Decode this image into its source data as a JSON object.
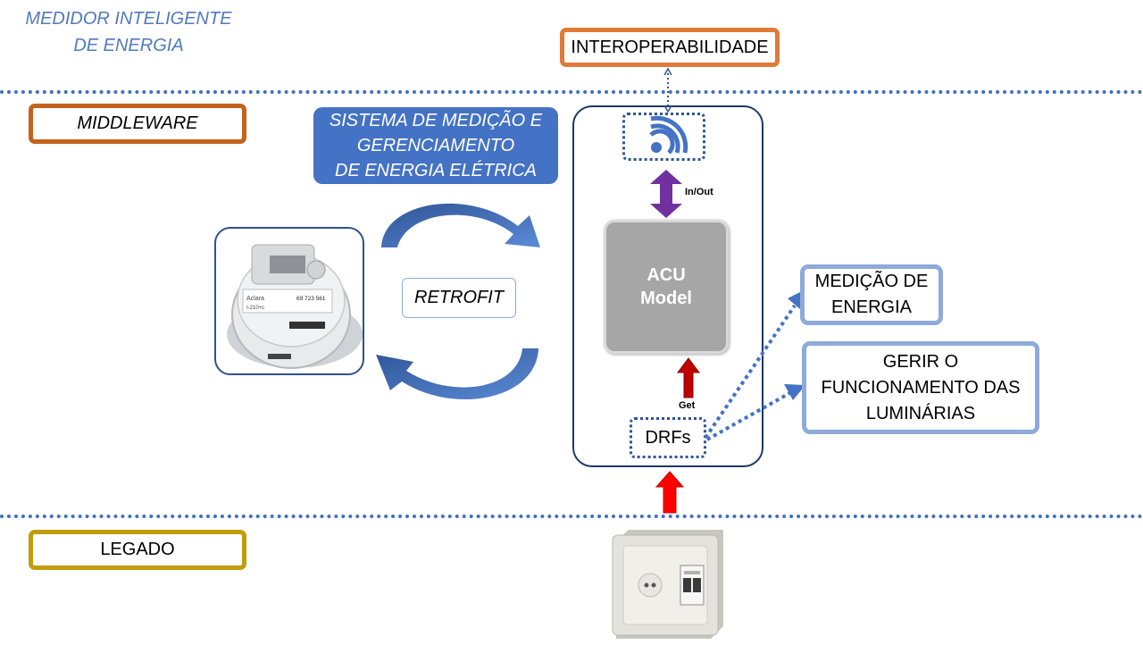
{
  "title": "MEDIDOR INTELIGENTE DE ENERGIA",
  "layers": {
    "interoperability": "INTEROPERABILIDADE",
    "middleware": "MIDDLEWARE",
    "legacy": "LEGADO"
  },
  "system_box": {
    "line1": "SISTEMA DE MEDIÇÃO E",
    "line2": "GERENCIAMENTO",
    "line3": "DE ENERGIA ELÉTRICA"
  },
  "retrofit_label": "RETROFIT",
  "acu": {
    "line1": "ACU",
    "line2": "Model"
  },
  "inout_label": "In/Out",
  "get_label": "Get",
  "drfs_label": "DRFs",
  "outputs": {
    "measurement": {
      "line1": "MEDIÇÃO DE",
      "line2": "ENERGIA"
    },
    "luminaires": {
      "line1": "GERIR O",
      "line2": "FUNCIONAMENTO DAS",
      "line3": "LUMINÁRIAS"
    }
  },
  "meter": {
    "brand": "Aclara",
    "model": "I-210+c",
    "serial": "69 723 561"
  },
  "colors": {
    "title": "#4f7ac0",
    "dotted_line": "#3f6fc1",
    "interoperability_border": "#e07a37",
    "middleware_border": "#c4621d",
    "legacy_border": "#c19d0c",
    "system_box": "#4472c4",
    "output_border": "#8eaadb",
    "inout_arrow": "#7030a0",
    "get_arrow": "#c00000",
    "input_arrow": "#ff0000"
  },
  "icons": [
    "wifi-icon",
    "smart-meter-image",
    "outlet-breaker-image",
    "curved-arrow-icon"
  ]
}
